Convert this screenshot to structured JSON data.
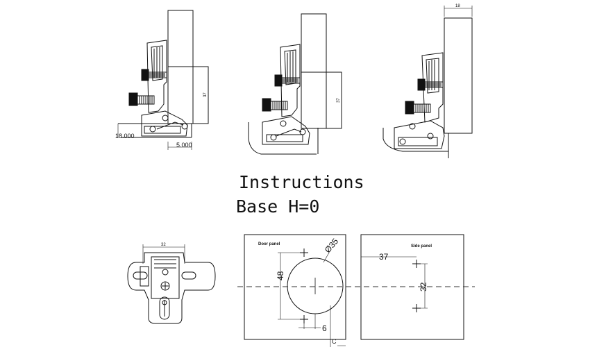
{
  "title": {
    "line1": "Instructions",
    "line2": "Base H=0"
  },
  "top_views": {
    "left": {
      "dim_vertical": "37",
      "dim_left": "18.000",
      "dim_bottom": "5.000"
    },
    "middle": {
      "dim_vertical": "37"
    },
    "right": {
      "dim_top": "18"
    }
  },
  "base_plate": {
    "dim_top": "32"
  },
  "door_panel": {
    "label": "Door panel",
    "diameter": "Ø35",
    "dim_vertical": "48",
    "dim_bottom": "6",
    "dim_edge": "C"
  },
  "side_panel": {
    "label": "Side panel",
    "dim_horizontal": "37",
    "dim_vertical": "32"
  },
  "colors": {
    "line": "#111111",
    "circle_fill": "#ffffff",
    "centerline": "#333333"
  }
}
